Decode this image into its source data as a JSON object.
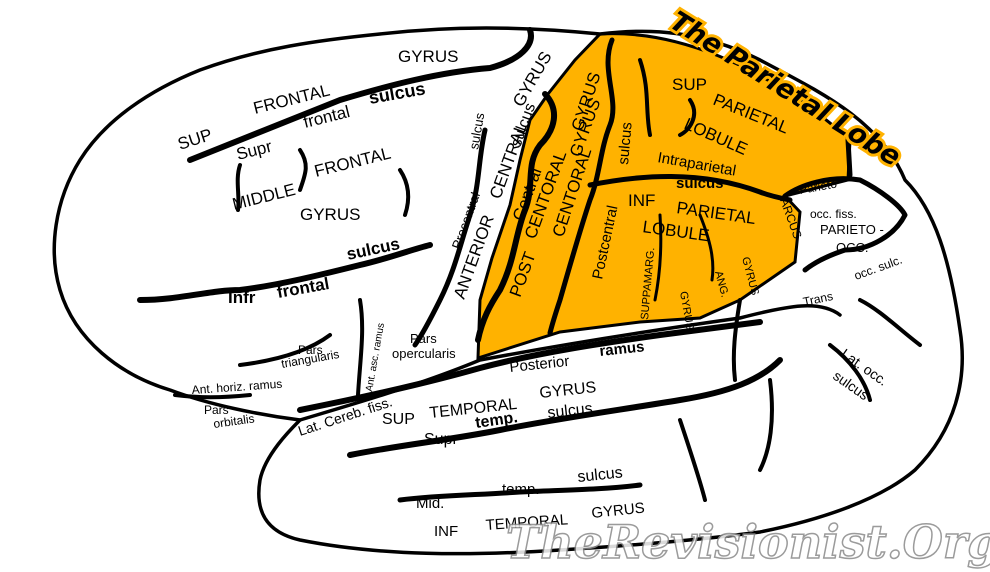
{
  "title": "The Parietal Lobe",
  "watermark": "TheRevisionist.Org",
  "colors": {
    "lobe_fill": "#ffb200",
    "outline": "#000000",
    "background": "#ffffff",
    "title_glow": "#ffb200"
  },
  "labels": {
    "gyrus": "GYRUS",
    "frontal": "FRONTAL",
    "sup": "SUP",
    "supr_frontal_sup": "Supr",
    "frontal_lc": "frontal",
    "sulcus_1": "sulcus",
    "middle": "MIDDLE",
    "frontal_2": "FRONTAL",
    "gyrus_2": "GYRUS",
    "infr": "Infr",
    "frontal_inf": "frontal",
    "sulcus_2": "sulcus",
    "precentral": "Precentral",
    "sulcus_pre": "sulcus",
    "anterior": "ANTERIOR",
    "central": "CENTRAL",
    "gyrus_central": "GYRUS",
    "central_lc": "Central",
    "sulcus_central": "sulcus",
    "centoral": "CENTORAL",
    "gyrus_3": "GYRUS",
    "post": "POST",
    "postcentral": "Postcentral",
    "sulcus_post": "sulcus",
    "centoral_2": "CENTORAL",
    "gyrus_4": "GYRUS",
    "sup_parietal": "SUP",
    "parietal": "PARIETAL",
    "lobule": "LOBULE",
    "intraparietal": "Intraparietal",
    "sulcus_intra": "sulcus",
    "inf": "INF",
    "parietal_2": "PARIETAL",
    "lobule_2": "LOBULE",
    "suppamarg": "SUPPAMARG.",
    "gyrus_5": "GYRUS",
    "ang": "ANG.",
    "gyrus_6": "GYRUS",
    "parieto": "Parieto",
    "occ_fiss": "occ. fiss.",
    "arcus": "ARCUS",
    "parieto_occ": "PARIETO -",
    "occ": "OCC.",
    "trans": "Trans",
    "occ_sulc": "occ. sulc.",
    "lat_occ": "Lat. occ.",
    "sulcus_lat_occ": "sulcus",
    "pars_opercularis_1": "Pars",
    "pars_opercularis_2": "opercularis",
    "pars_triangularis_1": "Pars",
    "pars_triangularis_2": "triangularis",
    "ant_asc_ramus": "Ant. asc. ramus",
    "ant_horiz_ramus": "Ant. horiz. ramus",
    "pars_orbitalis_1": "Pars",
    "pars_orbitalis_2": "orbitalis",
    "posterior": "Posterior",
    "ramus": "ramus",
    "lat_cereb_fiss": "Lat. Cereb. fiss.",
    "sup_temporal": "SUP",
    "temporal": "TEMPORAL",
    "gyrus_7": "GYRUS",
    "supr_temp": "Supr",
    "temp": "temp.",
    "sulcus_temp": "sulcus",
    "mid": "Mid.",
    "temp_2": "temp.",
    "sulcus_3": "sulcus",
    "inf_temporal": "INF",
    "temporal_2": "TEMPORAL",
    "gyrus_8": "GYRUS"
  }
}
